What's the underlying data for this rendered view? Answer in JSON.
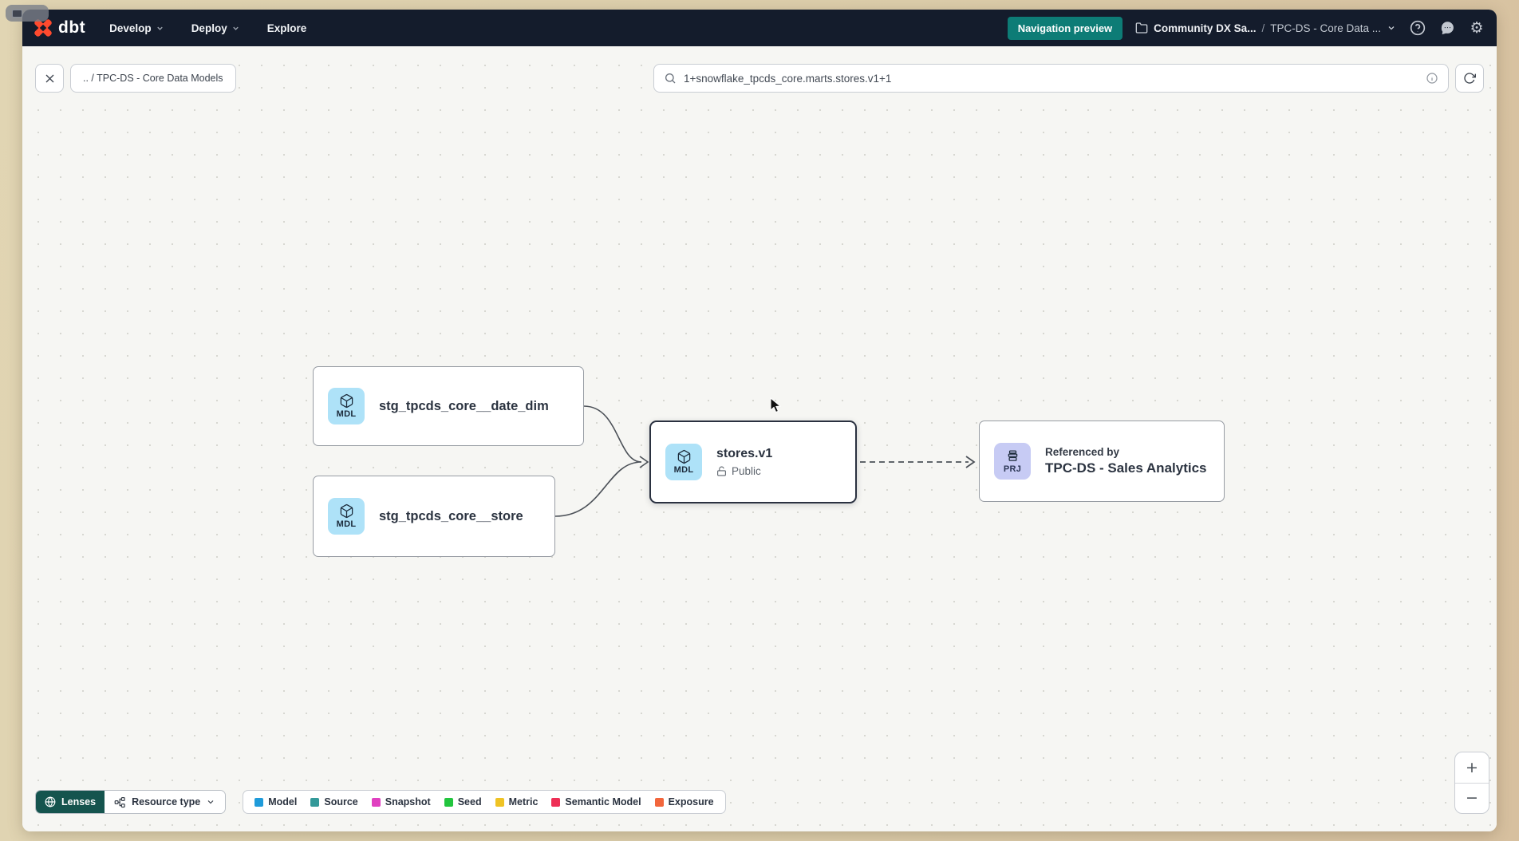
{
  "navbar": {
    "logo_text": "dbt",
    "menus": [
      {
        "label": "Develop"
      },
      {
        "label": "Deploy"
      },
      {
        "label": "Explore"
      }
    ],
    "preview_badge": "Navigation preview",
    "breadcrumb": {
      "account": "Community DX Sa...",
      "separator": "/",
      "project": "TPC-DS - Core Data ..."
    },
    "gear_glyph": "⚙"
  },
  "toolbar": {
    "breadcrumb_chip": ".. / TPC-DS - Core Data Models",
    "search": {
      "value": "1+snowflake_tpcds_core.marts.stores.v1+1"
    }
  },
  "graph": {
    "nodes": [
      {
        "badge": "MDL",
        "label": "stg_tpcds_core__date_dim"
      },
      {
        "badge": "MDL",
        "label": "stg_tpcds_core__store"
      },
      {
        "badge": "MDL",
        "label": "stores.v1",
        "access": "Public"
      },
      {
        "badge": "PRJ",
        "label": "Referenced by",
        "project": "TPC-DS - Sales Analytics"
      }
    ]
  },
  "footer": {
    "lenses_label": "Lenses",
    "resource_type_label": "Resource type",
    "legend": [
      {
        "label": "Model",
        "color": "#1f9bda"
      },
      {
        "label": "Source",
        "color": "#339999"
      },
      {
        "label": "Snapshot",
        "color": "#e040c0"
      },
      {
        "label": "Seed",
        "color": "#22c53e"
      },
      {
        "label": "Metric",
        "color": "#efc324"
      },
      {
        "label": "Semantic Model",
        "color": "#ee2e55"
      },
      {
        "label": "Exposure",
        "color": "#f2663c"
      }
    ]
  },
  "zoom_controls": {
    "zoom_in": "+",
    "zoom_out": "−"
  },
  "colors": {
    "accent_teal": "#0d7c76",
    "navbar_bg": "#141c2c",
    "model_badge_bg": "#aee2f8",
    "project_badge_bg": "#c7cbf4",
    "logo_orange": "#ff4a2e"
  }
}
